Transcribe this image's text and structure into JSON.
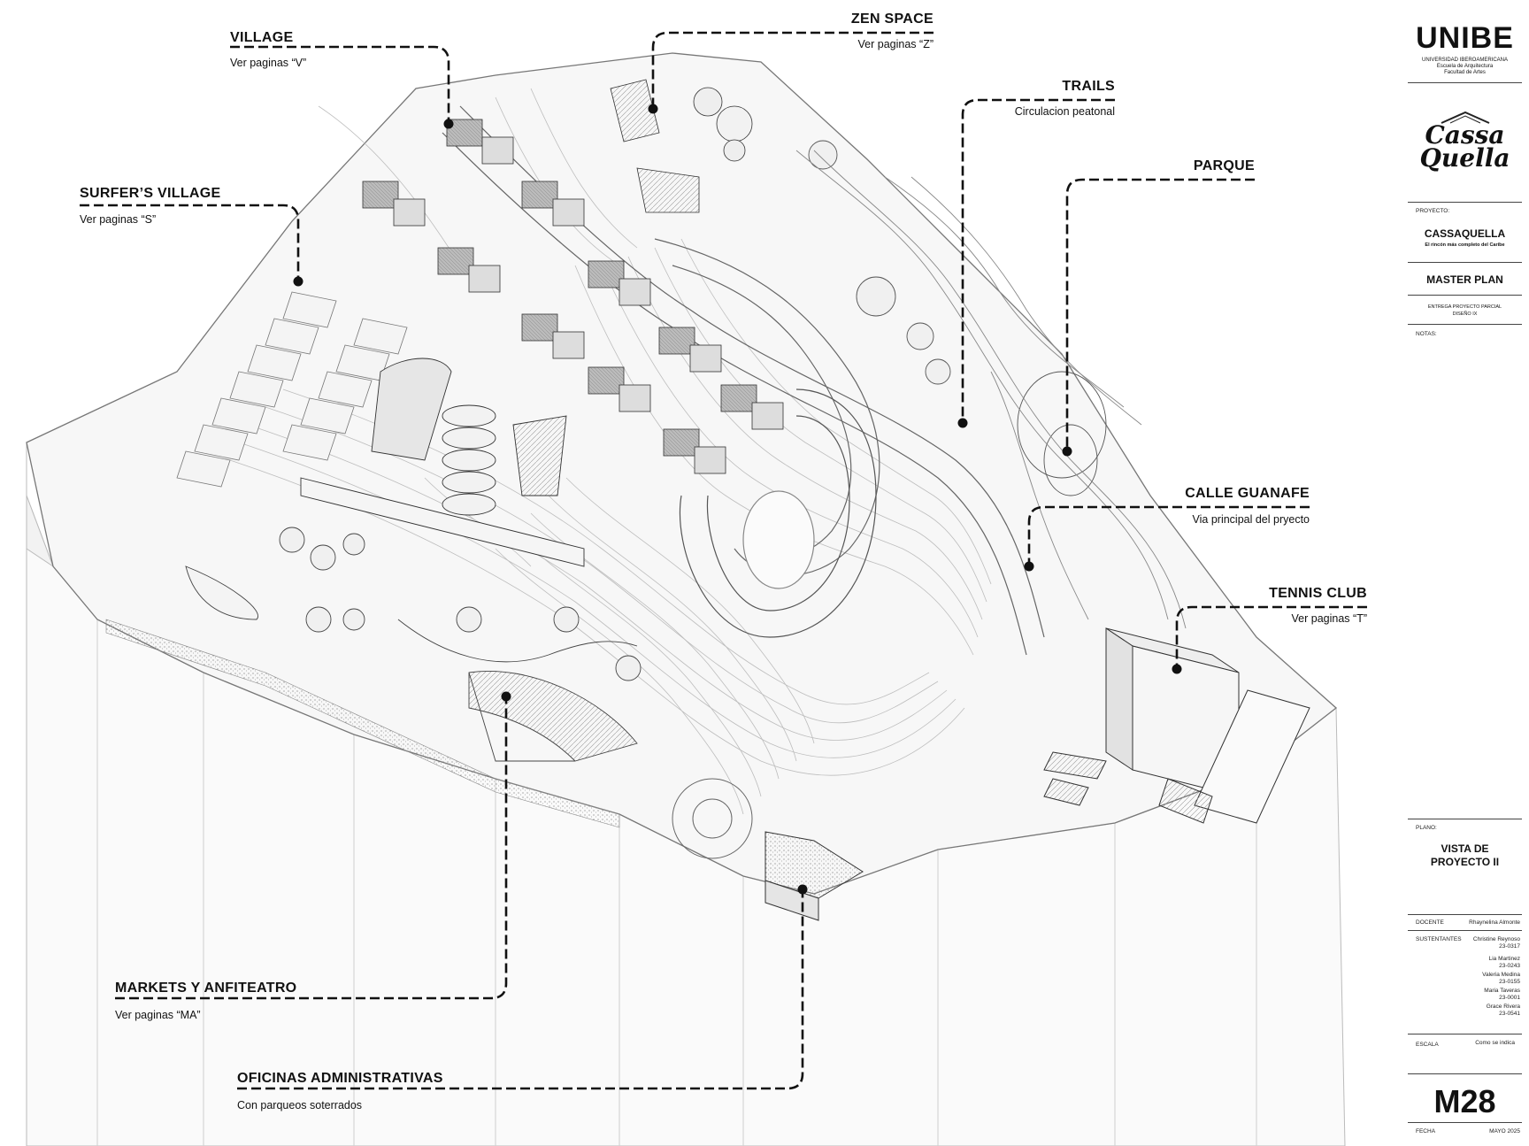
{
  "callouts": {
    "village": {
      "title": "VILLAGE",
      "subtitle": "Ver paginas “V”"
    },
    "zen_space": {
      "title": "ZEN SPACE",
      "subtitle": "Ver paginas “Z”"
    },
    "trails": {
      "title": "TRAILS",
      "subtitle": "Circulacion peatonal"
    },
    "parque": {
      "title": "PARQUE",
      "subtitle": ""
    },
    "surfers_village": {
      "title": "SURFER’S VILLAGE",
      "subtitle": "Ver paginas “S”"
    },
    "calle_guanafe": {
      "title": "CALLE GUANAFE",
      "subtitle": "Via principal del pryecto"
    },
    "tennis_club": {
      "title": "TENNIS CLUB",
      "subtitle": "Ver paginas “T”"
    },
    "markets": {
      "title": "MARKETS Y ANFITEATRO",
      "subtitle": "Ver paginas “MA”"
    },
    "oficinas": {
      "title": "OFICINAS ADMINISTRATIVAS",
      "subtitle": "Con parqueos soterrados"
    }
  },
  "title_block": {
    "school": "UNIBE",
    "school_sub": [
      "UNIVERSIDAD IBEROAMERICANA",
      "Escuela de Arquitectura",
      "Facultad de Artes"
    ],
    "logo_lines": [
      "Cassa",
      "Quella"
    ],
    "proyecto_label": "PROYECTO:",
    "project_name": "CASSAQUELLA",
    "project_tagline": "El rincón más completo del Caribe",
    "master_plan": "MASTER PLAN",
    "entrega": [
      "ENTREGA PROYECTO PARCIAL",
      "DISEÑO IX"
    ],
    "notas_label": "NOTAS:",
    "plano_label": "PLANO:",
    "plano_title": [
      "VISTA DE",
      "PROYECTO II"
    ],
    "docente_label": "DOCENTE",
    "docente_name": "Rhaynelina Almonte",
    "sustentantes_label": "SUSTENTANTES",
    "sustentantes": [
      {
        "name": "Christine Reynoso",
        "id": "23-0317"
      },
      {
        "name": "Lia Martinez",
        "id": "23-0243"
      },
      {
        "name": "Valeria Medina",
        "id": "23-0155"
      },
      {
        "name": "Maria Taveras",
        "id": "23-0001"
      },
      {
        "name": "Grace Rivera",
        "id": "23-0541"
      }
    ],
    "escala_label": "ESCALA",
    "escala_value": "Como se indica",
    "sheet_number": "M28",
    "fecha_label": "FECHA",
    "fecha_value": "MAYO 2025"
  }
}
